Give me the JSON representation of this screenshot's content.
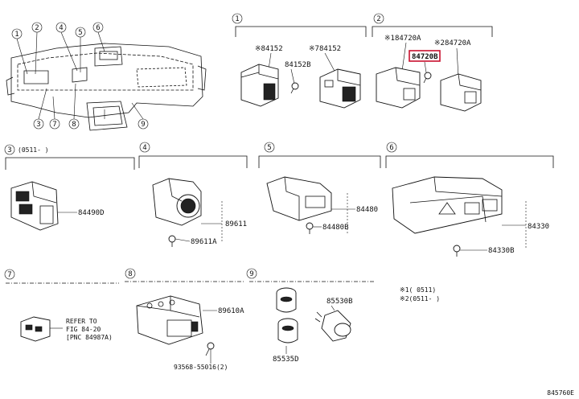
{
  "callouts": [
    "1",
    "2",
    "3",
    "4",
    "5",
    "6",
    "7",
    "8",
    "9"
  ],
  "section_1": {
    "number": "1",
    "part_a": "※84152",
    "part_b": "84152B",
    "part_c": "※784152"
  },
  "section_2": {
    "number": "2",
    "part_a": "※184720A",
    "part_b": "※284720A",
    "part_highlight": "84720B",
    "highlight_color": "#c8102e"
  },
  "section_3": {
    "number": "3",
    "date_note": "(0511-   )",
    "part": "84490D"
  },
  "section_4": {
    "number": "4",
    "part_a": "89611",
    "part_b": "89611A"
  },
  "section_5": {
    "number": "5",
    "part_a": "84480",
    "part_b": "84480B"
  },
  "section_6": {
    "number": "6",
    "part_a": "84330",
    "part_b": "84330B"
  },
  "section_7": {
    "number": "7",
    "ref_line1": "REFER TO",
    "ref_line2": "FIG 84-20",
    "ref_line3": "[PNC 84987A)"
  },
  "section_8": {
    "number": "8",
    "part_a": "89610A",
    "part_b": "93568-55016(2)"
  },
  "section_9": {
    "number": "9",
    "part_a": "85530B",
    "part_b": "85535D"
  },
  "footnotes": {
    "note_1": "※1(   0511)",
    "note_2": "※2(0511-   )"
  },
  "figure_code": "845760E"
}
